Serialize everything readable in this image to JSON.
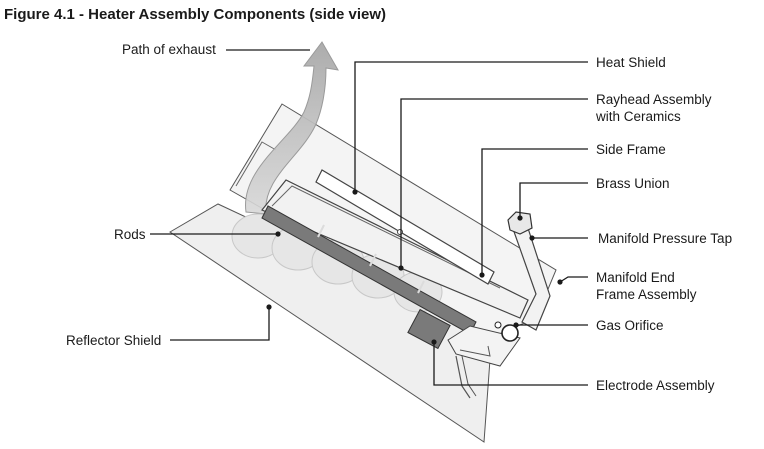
{
  "figure": {
    "title": "Figure 4.1 - Heater Assembly Components (side view)"
  },
  "labels": {
    "path_of_exhaust": "Path of exhaust",
    "heat_shield": "Heat Shield",
    "rayhead_line1": "Rayhead Assembly",
    "rayhead_line2": "with Ceramics",
    "side_frame": "Side Frame",
    "brass_union": "Brass Union",
    "rods": "Rods",
    "manifold_pressure_tap": "Manifold Pressure Tap",
    "manifold_end_line1": "Manifold End",
    "manifold_end_line2": "Frame Assembly",
    "reflector_shield": "Reflector Shield",
    "gas_orifice": "Gas Orifice",
    "electrode_assembly": "Electrode Assembly"
  }
}
